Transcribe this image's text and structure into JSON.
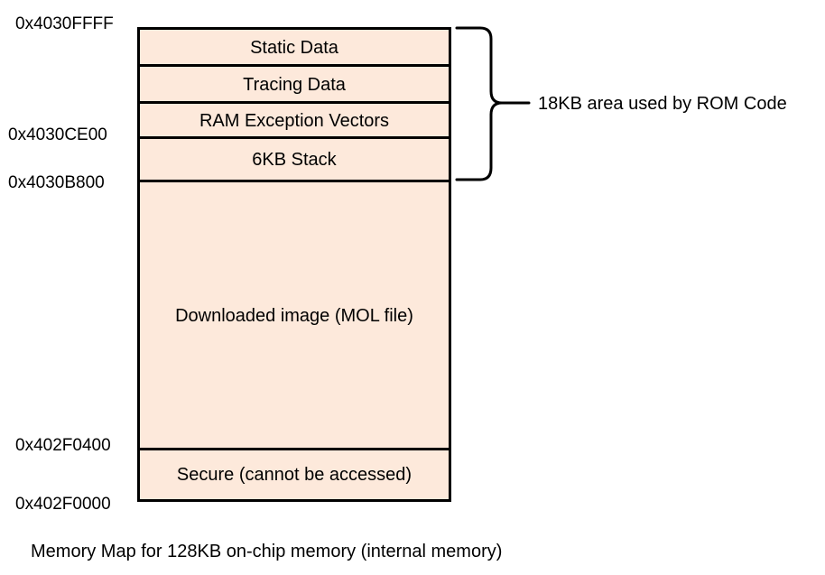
{
  "diagram": {
    "addresses": {
      "top": "0x4030FFFF",
      "ce00": "0x4030CE00",
      "b800": "0x4030B800",
      "f0400": "0x402F0400",
      "f0000": "0x402F0000"
    },
    "regions": [
      {
        "label": "Static Data"
      },
      {
        "label": "Tracing Data"
      },
      {
        "label": "RAM Exception Vectors"
      },
      {
        "label": "6KB Stack"
      },
      {
        "label": "Downloaded image (MOL file)"
      },
      {
        "label": "Secure (cannot be accessed)"
      }
    ],
    "brace_label": "18KB area used by ROM Code",
    "caption": "Memory Map for 128KB on-chip memory (internal memory)",
    "colors": {
      "fill": "#fde9db",
      "border": "#000000"
    }
  }
}
